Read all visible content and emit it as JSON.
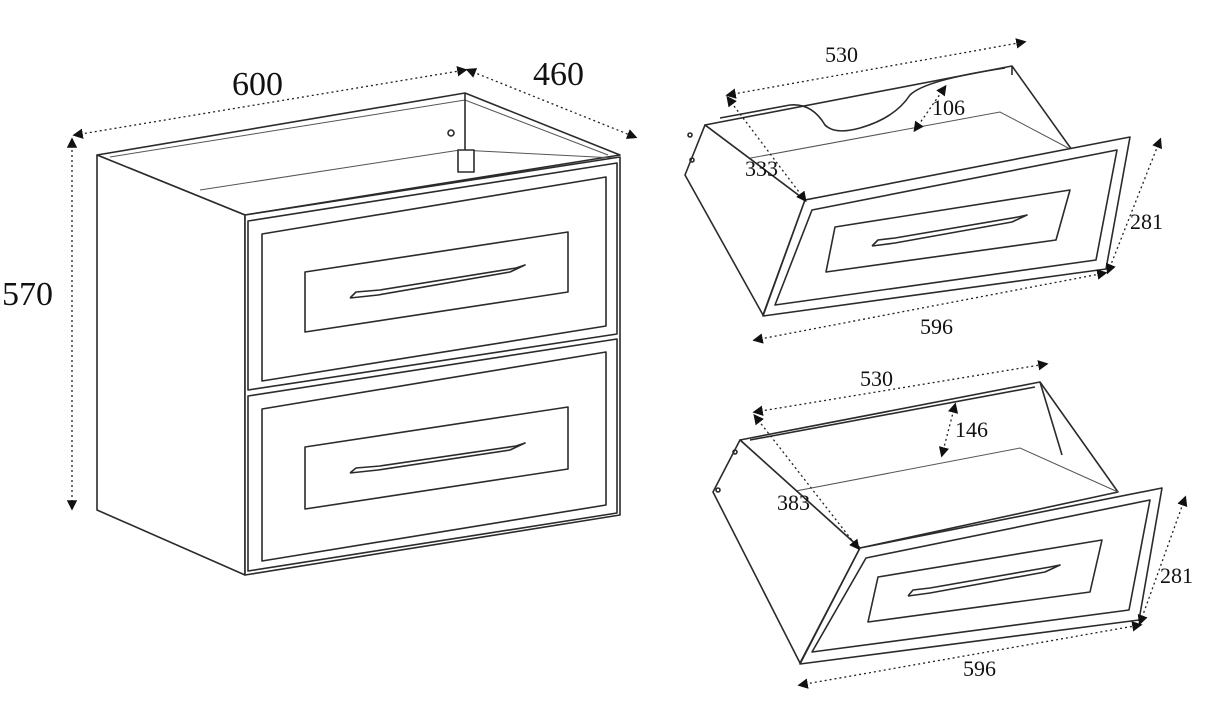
{
  "cabinet": {
    "width_label": "600",
    "depth_label": "460",
    "height_label": "570"
  },
  "upper_drawer": {
    "inner_width_label": "530",
    "side_height_label": "106",
    "depth_label": "333",
    "front_height_label": "281",
    "front_width_label": "596"
  },
  "lower_drawer": {
    "inner_width_label": "530",
    "side_height_label": "146",
    "depth_label": "383",
    "front_height_label": "281",
    "front_width_label": "596"
  }
}
